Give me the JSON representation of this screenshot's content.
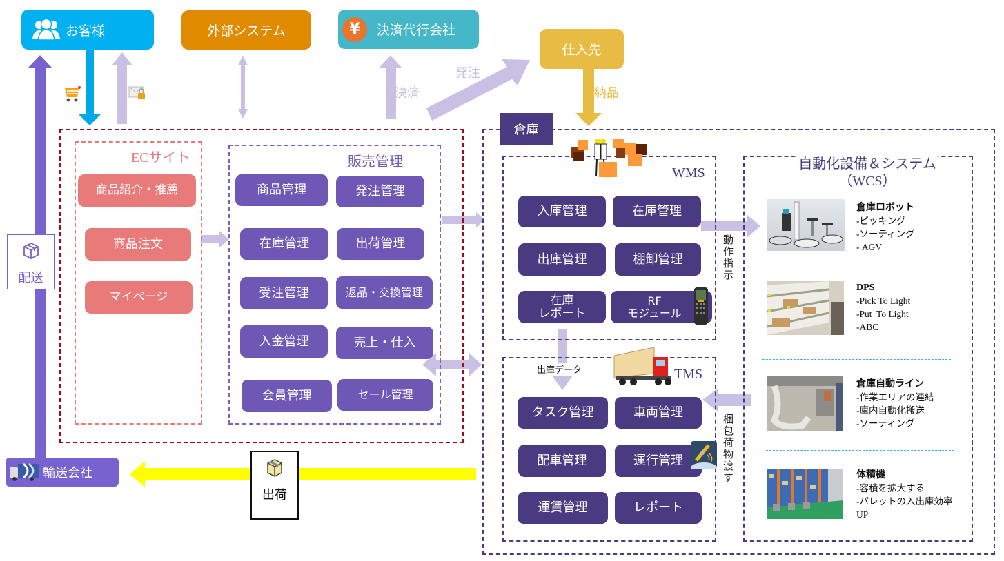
{
  "top_nodes": {
    "customer": {
      "label": "お客様",
      "icon": "customers-icon",
      "color": "#00b0f0"
    },
    "external_system": {
      "label": "外部システム",
      "color": "#e08a00"
    },
    "payment_agent": {
      "label": "決済代行会社",
      "icon": "yen-icon",
      "color": "#44b7c8"
    },
    "supplier": {
      "label": "仕入先",
      "color": "#e8bc42"
    }
  },
  "flow_labels": {
    "payment": "決済",
    "order": "発注",
    "delivery_in": "納品",
    "shipping_data": "出庫データ",
    "operation_instruction": "動作指示",
    "hand_over_package": "梱包荷物渡す"
  },
  "left_column": {
    "delivery_label": "配送",
    "carrier_label": "輸送会社",
    "shipment_label": "出荷"
  },
  "ec_site": {
    "title": "ECサイト",
    "items": [
      "商品紹介・推薦",
      "商品注文",
      "マイページ"
    ]
  },
  "sales_management": {
    "title": "販売管理",
    "items": [
      "商品管理",
      "発注管理",
      "在庫管理",
      "出荷管理",
      "受注管理",
      "返品・交換管理",
      "入金管理",
      "売上・仕入",
      "会員管理",
      "セール管理"
    ]
  },
  "warehouse": {
    "title": "倉庫",
    "wms": {
      "title": "WMS",
      "items": [
        "入庫管理",
        "在庫管理",
        "出庫管理",
        "棚卸管理",
        "在庫\nレポート",
        "RF\nモジュール"
      ]
    },
    "tms": {
      "title": "TMS",
      "items": [
        "タスク管理",
        "車両管理",
        "配車管理",
        "運行管理",
        "運賃管理",
        "レポート"
      ]
    },
    "wcs": {
      "title_line1": "自動化設備＆システム",
      "title_line2": "（WCS）",
      "equipment": [
        {
          "name": "倉庫ロボット",
          "features": [
            "-ピッキング",
            "-ソーティング",
            "- AGV"
          ]
        },
        {
          "name": "DPS",
          "features": [
            "-Pick To Light",
            "-Put  To Light",
            "-ABC"
          ]
        },
        {
          "name": "倉庫自動ライン",
          "features": [
            "-作業エリアの連結",
            "-庫内自動化搬送",
            "-ソーティング"
          ]
        },
        {
          "name": "体積機",
          "features": [
            "-容積を拡大する",
            "-パレットの入出庫効率",
            "UP"
          ]
        }
      ]
    }
  },
  "colors": {
    "ec_red_border": "#9b0d1c",
    "ec_pink": "#e97a7a",
    "sales_purple": "#6e57b5",
    "warehouse_navy": "#4a3a82",
    "arrow_lavender": "#c9c0e3",
    "delivery_purple": "#7762d0",
    "shipment_yellow": "#ffff00",
    "separator_cyan": "#3db8e0"
  }
}
